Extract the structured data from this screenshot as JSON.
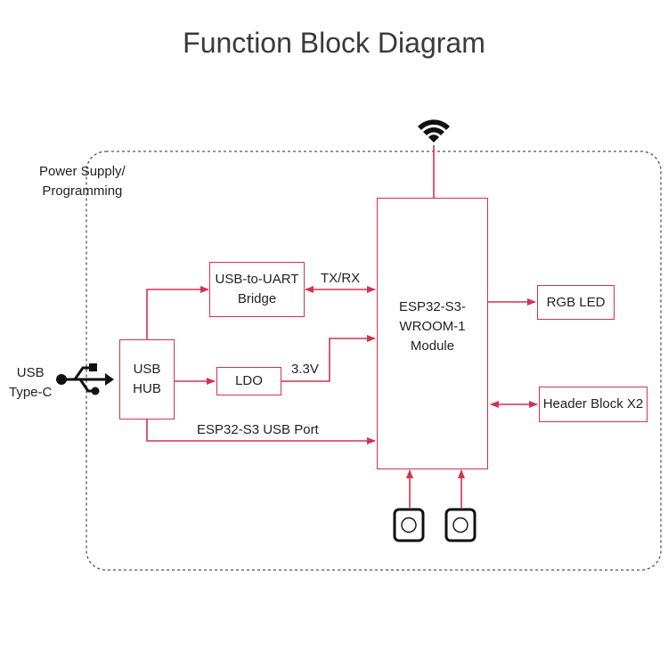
{
  "title": "Function Block Diagram",
  "power_label": "Power Supply/\nProgramming",
  "usb_typec_label": "USB\nType-C",
  "blocks": {
    "usb_hub": "USB\nHUB",
    "uart_bridge": "USB-to-UART\nBridge",
    "ldo": "LDO",
    "esp_module": "ESP32-S3-\nWROOM-1\nModule",
    "rgb_led": "RGB LED",
    "header_block": "Header Block X2"
  },
  "signals": {
    "txrx": "TX/RX",
    "v33": "3.3V",
    "usb_port": "ESP32-S3 USB Port"
  },
  "colors": {
    "accent": "#d2334f",
    "text": "#222222",
    "dashed_border": "#555555"
  },
  "icons": {
    "antenna": "wifi-icon",
    "usb": "usb-icon",
    "buttons": "push-button-icon"
  }
}
